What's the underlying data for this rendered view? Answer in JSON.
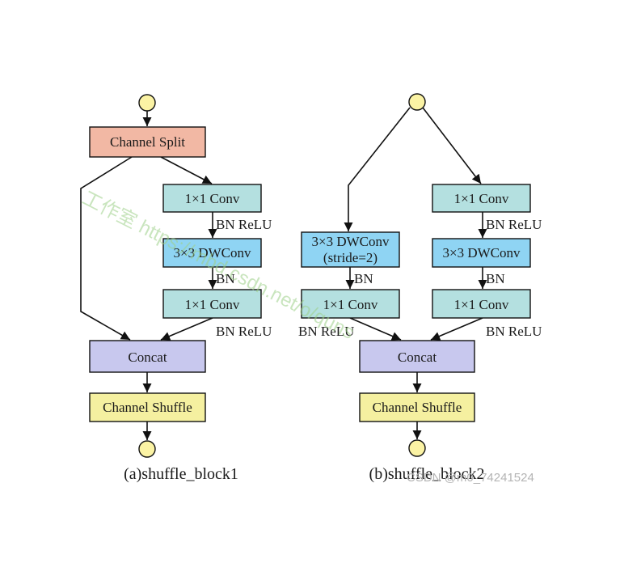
{
  "colors": {
    "split": "#f2b8a4",
    "conv": "#b4e0e0",
    "dwconv": "#8fd4f3",
    "concat": "#c8c8ee",
    "shuffle": "#f5f0a0",
    "terminal": "#fbf3a4"
  },
  "left": {
    "split": "Channel  Split",
    "conv1": "1×1  Conv",
    "bn_relu_1": "BN  ReLU",
    "dwconv": "3×3  DWConv",
    "bn_1": "BN",
    "conv2": "1×1  Conv",
    "bn_relu_2": "BN  ReLU",
    "concat": "Concat",
    "shuffle": "Channel  Shuffle",
    "caption": "(a)shuffle_block1"
  },
  "right": {
    "dwconv_a_line1": "3×3  DWConv",
    "dwconv_a_line2": "(stride=2)",
    "bn_a": "BN",
    "conv_a": "1×1  Conv",
    "bn_relu_a": "BN  ReLU",
    "conv1_b": "1×1  Conv",
    "bn_relu_b1": "BN  ReLU",
    "dwconv_b": "3×3  DWConv",
    "bn_b": "BN",
    "conv2_b": "1×1  Conv",
    "bn_relu_b2": "BN  ReLU",
    "concat": "Concat",
    "shuffle": "Channel  Shuffle",
    "caption": "(b)shuffle_block2"
  },
  "watermarks": {
    "diagonal": "工作室  https://mbd.csdn.net/o/quns",
    "corner": "CSDN @m0_74241524"
  }
}
